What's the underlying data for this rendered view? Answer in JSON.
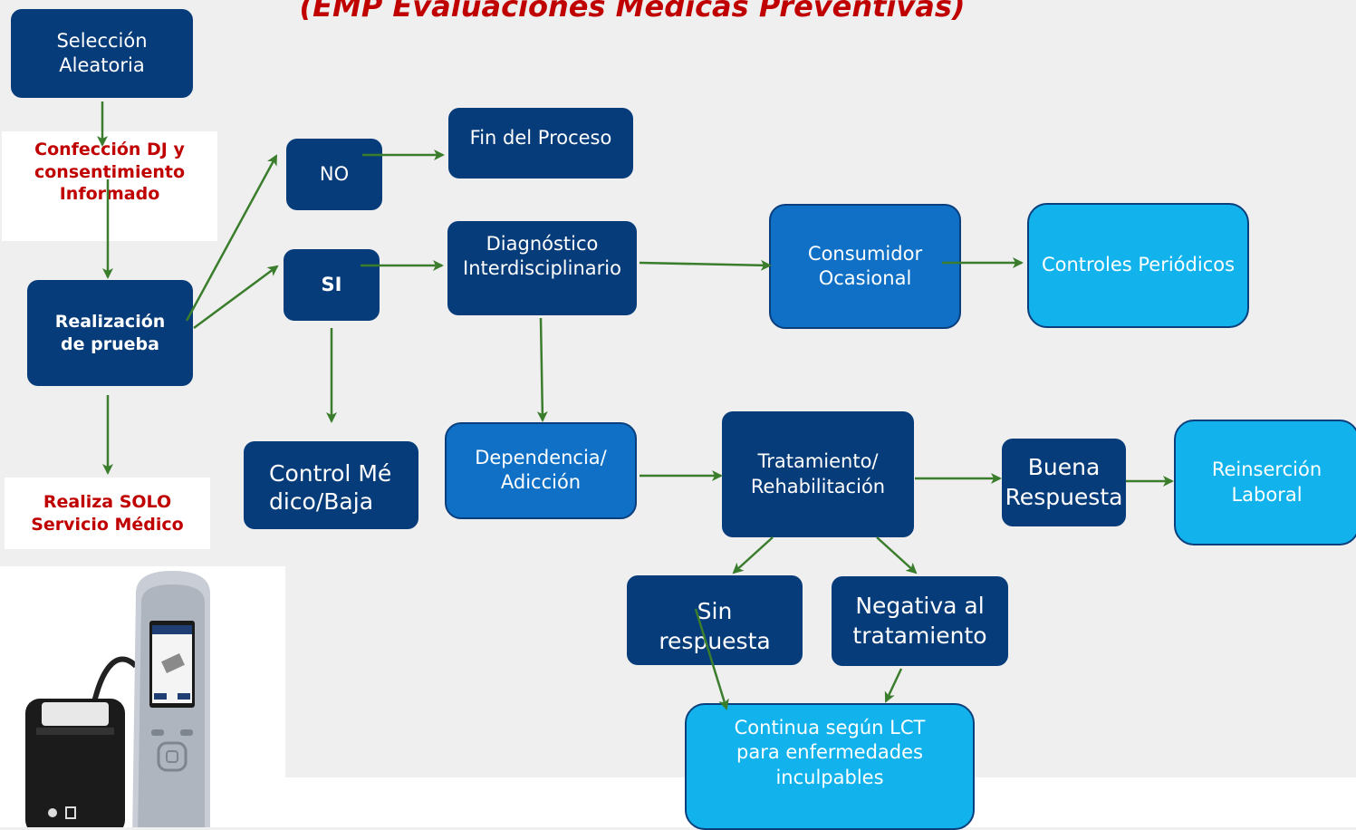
{
  "title": "(EMP Evaluaciones Médicas Preventivas)",
  "nodes": {
    "seleccion": "Selección Aleatoria",
    "confeccion": "Confección DJ y consentimiento Informado",
    "realizacion": "Realización de prueba",
    "realiza_solo": "Realiza SOLO Servicio Médico",
    "no": "NO",
    "si": "SI",
    "fin_proceso": "Fin del Proceso",
    "diagnostico": "Diagnóstico Interdisciplinario",
    "consumidor": "Consumidor Ocasional",
    "controles": "Controles Periódicos",
    "control_medico": "Control Médico/Baja",
    "dependencia": "Dependencia/ Adicción",
    "tratamiento": "Tratamiento/ Rehabilitación",
    "buena_respuesta": "Buena Respuesta",
    "reinsercion": "Reinserción Laboral",
    "sin_respuesta": "Sin respuesta",
    "negativa": "Negativa al tratamiento",
    "continua": "Continua según LCT para enfermedades inculpables"
  },
  "colors": {
    "navy": "#073c7a",
    "mid_blue": "#0f70c6",
    "cyan": "#12b3ec",
    "arrow_green": "#3a7d2c",
    "title_red": "#c00000"
  }
}
